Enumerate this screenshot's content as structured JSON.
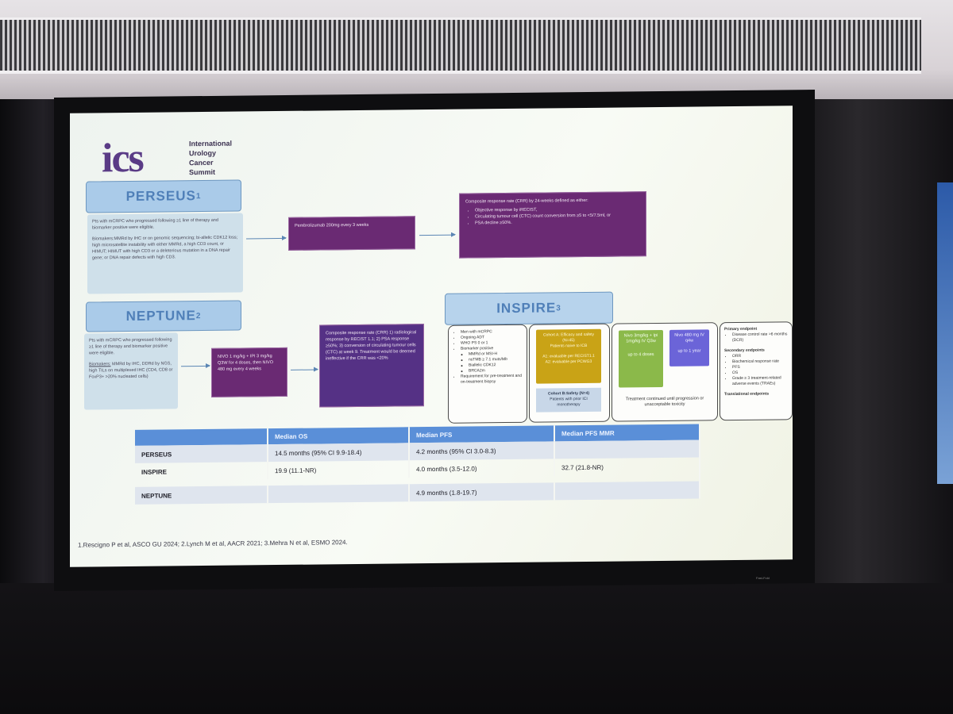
{
  "logo": {
    "mark": "ics",
    "lines": [
      "International",
      "Urology",
      "Cancer",
      "Summit"
    ]
  },
  "perseus": {
    "title": "PERSEUS",
    "sup": "1",
    "eligibility": "Pts with mCRPC who progressed following ≥1 line of therapy and biomarker positive were eligible.",
    "biomarkers": "Biomakers:MMRd by IHC or on genomic sequencing; bi-allelic CDK12 loss; high microsatellite instability with either MMRd, a high CD3 count, or HIMUT; HIMUT with high CD3 or a deleterious mutation in a DNA repair gene; or DNA repair defects with high CD3.",
    "treatment": "Pembrolizumab 200mg every 3 weeks",
    "endpoint_intro": "Composite response rate (CRR)  by 24-weeks defined as either:",
    "endpoint_items": [
      "Objective response by iRECIST,",
      "Circulating tumour cell (CTC) count conversion from ≥5 to <5/7.5ml, or",
      "PSA decline ≥50%."
    ]
  },
  "neptune": {
    "title": "NEPTUNE",
    "sup": "2",
    "eligibility": "Pts with mCRPC who progressed following ≥1 line of therapy and biomarker positive were eligible.",
    "biomarkers_label": "Biomakers:",
    "biomarkers_text": " MMRd by IHC, DDRd by NGS, high TILs on multiplexed IHC (CD4, CD8 or FoxP3+ >20% nucleated cells)",
    "treatment": "NIVO 1 mg/kg + IPI 3 mg/kg Q3W for 4 doses, then NIVO 480 mg every 4 weeks",
    "endpoint": "Composite response rate (CRR) 1) radiological response by RECIST 1.1; 2) PSA response ≥50%; 3) conversion of circulating tumour cells (CTC) at week 9. Treatment would be deemed ineffective if the CRR was <20%"
  },
  "inspire": {
    "title": "INSPIRE",
    "sup": "3",
    "eligibility_items": [
      "Men with mCRPC",
      "Ongoing ADT",
      "WHO PS 0 or 1",
      "Biomarker positive"
    ],
    "biomarker_subitems": [
      "MMRd or MSI-H",
      "nsTMB ≥ 7.1 muts/Mb",
      "Biallelic CDK12",
      "BRCA2m"
    ],
    "requirement": "Requirement for pre-treatment and on-treatment biopsy",
    "cohort_a_title": "Cohort A: Efficacy and safety (N=45)",
    "cohort_a_sub": "Patients naive to ICB",
    "cohort_a_a1": "A1: evaluable per RECIST1.1",
    "cohort_a_a2": "A2: evaluable per PCWG3",
    "cohort_b_title": "Cohort B:Safety (N=4)",
    "cohort_b_sub": "Patients with prior ICI monotherapy",
    "induction": "Nivo 3mg/kg + Ipi 1mg/kg IV Q3w",
    "induction_duration": "up to 4 doses",
    "maintenance": "Nivo 480 mg IV q4w",
    "maintenance_duration": "up to 1 year",
    "continuation": "Treatment continued until progression or unacceptable toxicity",
    "primary_title": "Primary endpoint",
    "primary_items": [
      "Disease control rate >6 months (DCR)"
    ],
    "secondary_title": "Secondary endpoints",
    "secondary_items": [
      "ORR",
      "Biochemical response rate",
      "PFS",
      "OS",
      "Grade ≥ 3 treatment-related adverse events (TRAEs)"
    ],
    "translational_title": "Translational endpoints"
  },
  "table": {
    "headers": [
      "",
      "Median OS",
      "Median PFS",
      "Median PFS MMR"
    ],
    "rows": [
      {
        "study": "PERSEUS",
        "os": "14.5 months (95% CI 9.9-18.4)",
        "pfs": "4.2 months (95% CI 3.0-8.3)",
        "pfs_mmr": ""
      },
      {
        "study": "INSPIRE",
        "os": "19.9 (11.1-NR)",
        "pfs": "4.0 months (3.5-12.0)",
        "pfs_mmr": "32.7 (21.8-NR)"
      },
      {
        "study": "NEPTUNE",
        "os": "",
        "pfs": "4.9 months (1.8-19.7)",
        "pfs_mmr": ""
      }
    ]
  },
  "references": "1.Rescigno P et al, ASCO GU 2024; 2.Lynch M et al, AACR 2021; 3.Mehra N et al, ESMO 2024.",
  "screen_brand": "Fast-Fold"
}
